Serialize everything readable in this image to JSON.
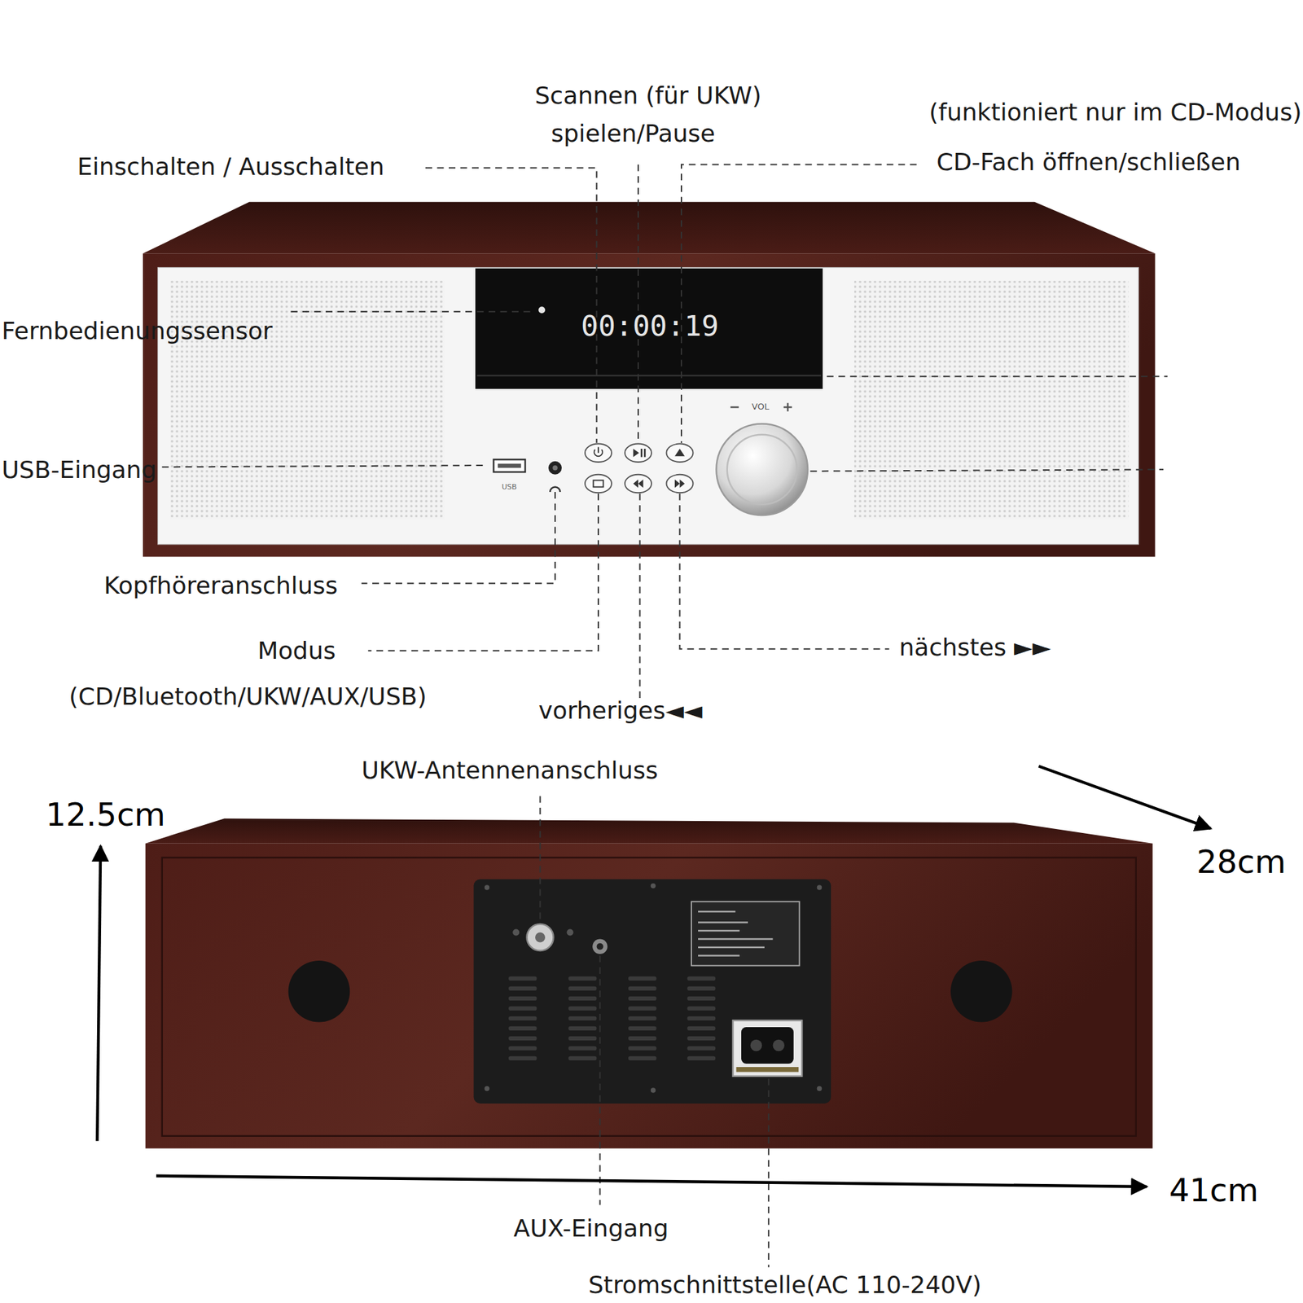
{
  "diagram": {
    "labels": [
      "Scannen (für UKW)",
      "spielen/Pause",
      "(funktioniert nur im CD-Modus)",
      "Einschalten / Ausschalten",
      "CD-Fach öffnen/schließen",
      "Fernbedienungssensor",
      "00:00:19",
      "VOL",
      "USB-Eingang",
      "USB",
      "Kopfhöreranschluss",
      "Modus",
      "nächstes ►►",
      "(CD/Bluetooth/UKW/AUX/USB)",
      "vorheriges◄◄",
      "UKW-Antennenanschluss",
      "12.5cm",
      "28cm",
      "41cm",
      "AUX-Eingang",
      "Stromschnittstelle(AC 110-240V)"
    ]
  }
}
